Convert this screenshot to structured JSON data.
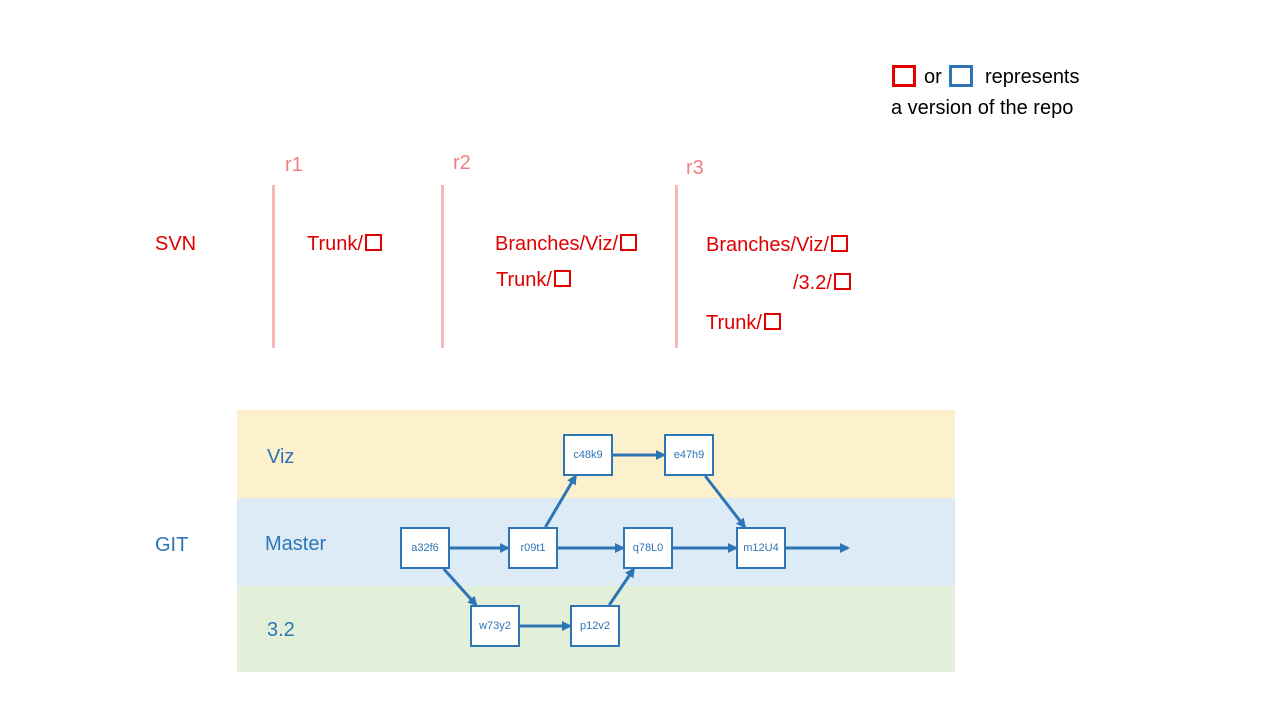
{
  "legend": {
    "or_text": "or",
    "represents_text": "represents",
    "line2": "a version of the repo",
    "red_color": "#e00000",
    "blue_color": "#2e75b6"
  },
  "svn": {
    "label": "SVN",
    "revisions": [
      {
        "label": "r1",
        "entries": [
          "Trunk/"
        ]
      },
      {
        "label": "r2",
        "entries": [
          "Branches/Viz/",
          "Trunk/"
        ]
      },
      {
        "label": "r3",
        "entries": [
          "Branches/Viz/",
          "/3.2/",
          "Trunk/"
        ]
      }
    ]
  },
  "git": {
    "label": "GIT",
    "branches": [
      {
        "name": "Viz",
        "color": "#fdf0cc"
      },
      {
        "name": "Master",
        "color": "#ddebf7"
      },
      {
        "name": "3.2",
        "color": "#e2efd9"
      }
    ],
    "commits": [
      "a32f6",
      "r09t1",
      "q78L0",
      "m12U4",
      "c48k9",
      "e47h9",
      "w73y2",
      "p12v2"
    ],
    "edges": [
      [
        "a32f6",
        "r09t1"
      ],
      [
        "r09t1",
        "q78L0"
      ],
      [
        "q78L0",
        "m12U4"
      ],
      [
        "r09t1",
        "c48k9"
      ],
      [
        "c48k9",
        "e47h9"
      ],
      [
        "e47h9",
        "m12U4"
      ],
      [
        "a32f6",
        "w73y2"
      ],
      [
        "w73y2",
        "p12v2"
      ],
      [
        "p12v2",
        "q78L0"
      ],
      [
        "m12U4",
        null
      ]
    ]
  }
}
